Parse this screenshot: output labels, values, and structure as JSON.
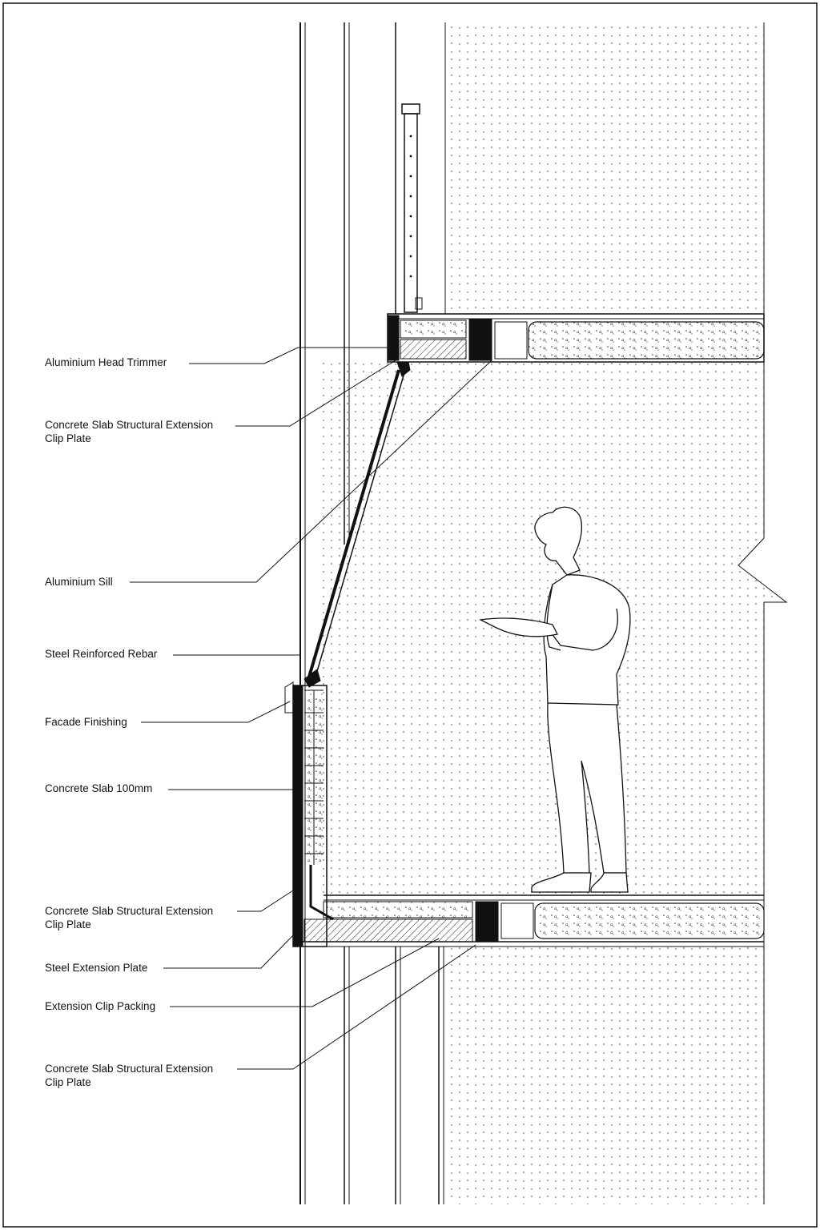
{
  "labels": [
    {
      "id": "aluminium-head-trimmer",
      "lines": [
        "Aluminium Head Trimmer"
      ]
    },
    {
      "id": "clip-plate-upper",
      "lines": [
        "Concrete Slab Structural Extension",
        "Clip Plate"
      ]
    },
    {
      "id": "aluminium-sill",
      "lines": [
        "Aluminium Sill"
      ]
    },
    {
      "id": "steel-reinforced-rebar",
      "lines": [
        "Steel Reinforced Rebar"
      ]
    },
    {
      "id": "facade-finishing",
      "lines": [
        "Facade Finishing"
      ]
    },
    {
      "id": "concrete-slab-100mm",
      "lines": [
        "Concrete Slab 100mm"
      ]
    },
    {
      "id": "clip-plate-middle",
      "lines": [
        "Concrete Slab Structural Extension",
        "Clip Plate"
      ]
    },
    {
      "id": "steel-extension-plate",
      "lines": [
        "Steel Extension Plate"
      ]
    },
    {
      "id": "extension-clip-packing",
      "lines": [
        "Extension Clip Packing"
      ]
    },
    {
      "id": "clip-plate-lower",
      "lines": [
        "Concrete Slab Structural Extension",
        "Clip Plate"
      ]
    }
  ],
  "colors": {
    "line": "#111111",
    "background": "#ffffff",
    "dot": "#888888"
  }
}
